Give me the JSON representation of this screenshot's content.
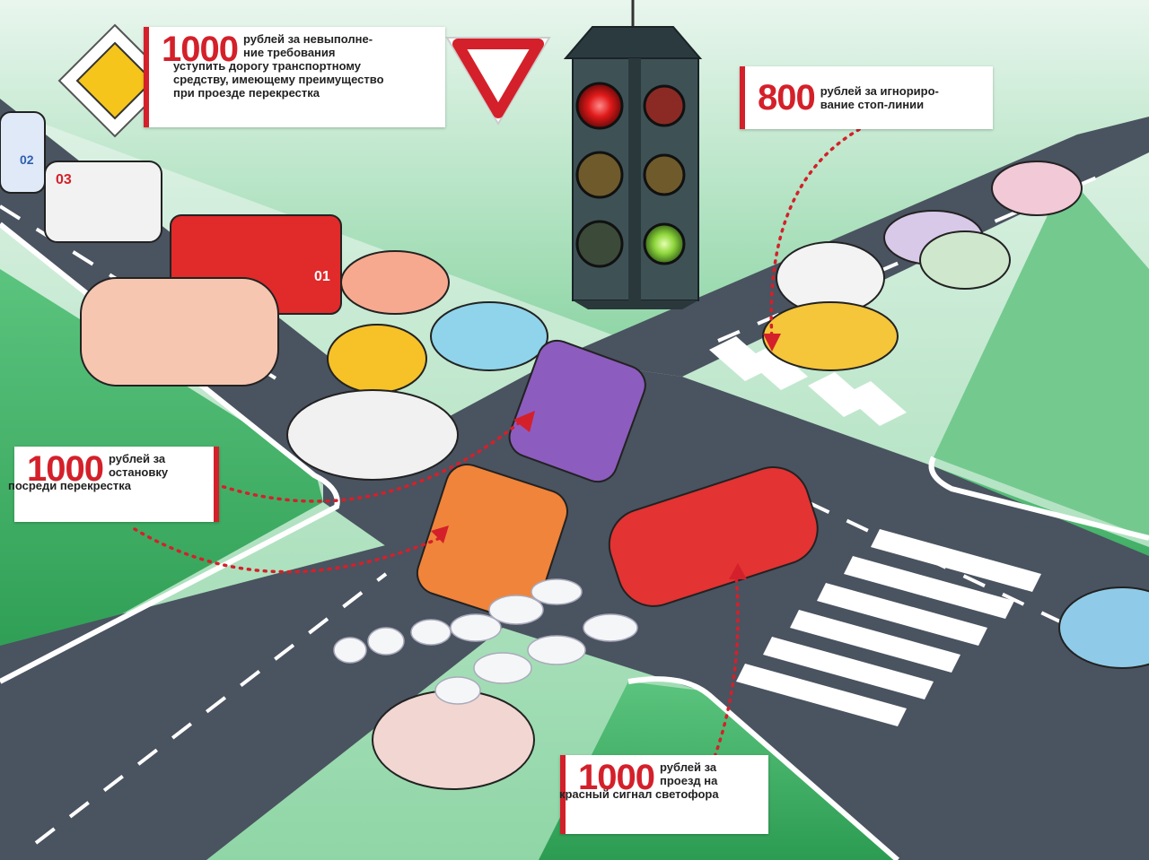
{
  "callouts": {
    "yield": {
      "amount": "1000",
      "line1": "рублей за невыполне-",
      "line2": "ние требования",
      "line3": "уступить дорогу транспортному",
      "line4": "средству, имеющему преимущество",
      "line5": "при проезде перекрестка"
    },
    "stop_line": {
      "amount": "800",
      "line1": "рублей за игнориро-",
      "line2": "вание стоп-линии"
    },
    "stop_mid": {
      "amount": "1000",
      "line1": "рублей за",
      "line2": "остановку",
      "line3": "посреди перекрестка"
    },
    "red_light": {
      "amount": "1000",
      "line1": "рублей за",
      "line2": "проезд на",
      "line3": "красный сигнал светофора"
    }
  },
  "vehicles": {
    "police_number": "02",
    "ambulance_number": "03",
    "fire_number": "01"
  },
  "colors": {
    "accent": "#d4202a",
    "road": "#4a5360",
    "grass": "#2fa45a"
  },
  "icons": [
    "main-road-sign-icon",
    "yield-sign-icon",
    "traffic-light-icon"
  ]
}
